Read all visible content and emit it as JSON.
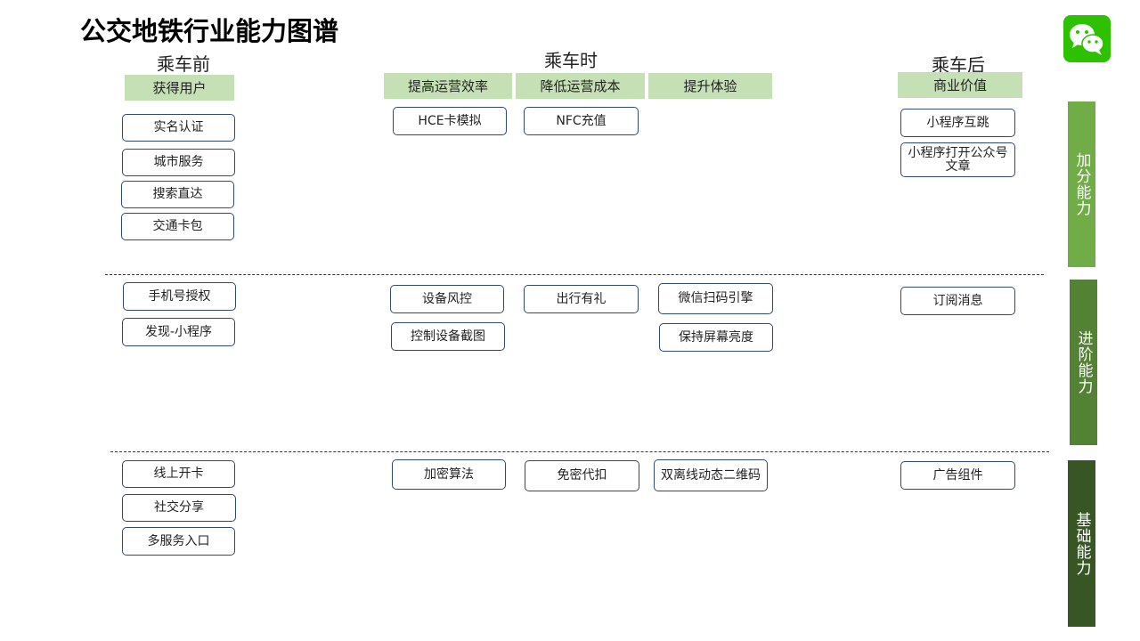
{
  "title": "公交地铁行业能力图谱",
  "phases": {
    "before": "乘车前",
    "during": "乘车时",
    "after": "乘车后"
  },
  "categories": {
    "acquire_users": "获得用户",
    "efficiency": "提高运营效率",
    "cost": "降低运营成本",
    "experience": "提升体验",
    "business_value": "商业价值"
  },
  "rows": {
    "bonus": {
      "label": "加分能力",
      "before": [
        "实名认证",
        "城市服务",
        "搜索直达",
        "交通卡包"
      ],
      "efficiency": [
        "HCE卡模拟"
      ],
      "cost": [
        "NFC充值"
      ],
      "experience": [],
      "after": [
        "小程序互跳",
        "小程序打开公众号文章"
      ]
    },
    "advanced": {
      "label": "进阶能力",
      "before": [
        "手机号授权",
        "发现-小程序"
      ],
      "efficiency": [
        "设备风控",
        "控制设备截图"
      ],
      "cost": [
        "出行有礼"
      ],
      "experience": [
        "微信扫码引擎",
        "保持屏幕亮度"
      ],
      "after": [
        "订阅消息"
      ]
    },
    "basic": {
      "label": "基础能力",
      "before": [
        "线上开卡",
        "社交分享",
        "多服务入口"
      ],
      "efficiency": [
        "加密算法"
      ],
      "cost": [
        "免密代扣"
      ],
      "experience": [
        "双离线动态二维码"
      ],
      "after": [
        "广告组件"
      ]
    }
  },
  "colors": {
    "category_bg": "#c5e0b4",
    "box_border": "#2f4a6e",
    "level_bonus": "#70ad47",
    "level_advanced": "#548235",
    "level_basic": "#375623",
    "wechat": "#2dc100"
  },
  "logo_icon": "wechat-logo-icon"
}
